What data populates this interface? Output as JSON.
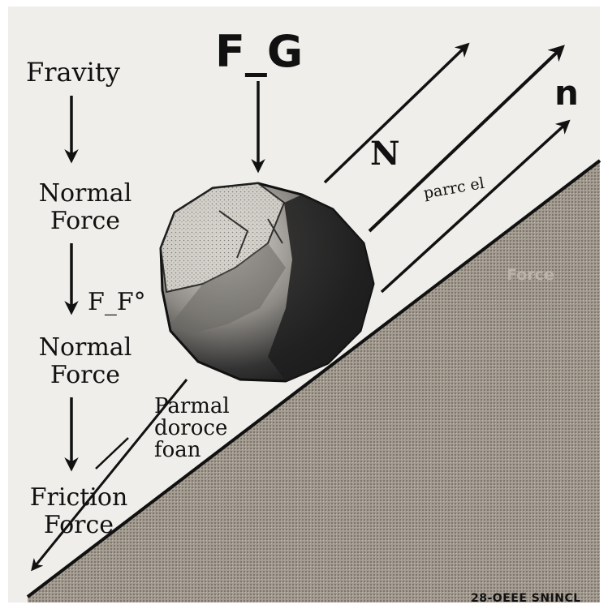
{
  "labels": {
    "gravity": "Fravity",
    "normal_force_1": "Normal Force",
    "ff": "F_F°",
    "normal_force_2": "Normal Force",
    "friction_force": "Friction Force",
    "fg": "F_G",
    "N": "N",
    "n": "n",
    "parallel": "parrc el",
    "force_faint": "Force",
    "parmal": [
      "Parmal",
      "doroce",
      "foan"
    ],
    "caption": "28-OEEE SNINCL"
  },
  "colors": {
    "background": "#efeeea",
    "ink": "#111111",
    "slope": "#9c948a",
    "rock_light": "#cfccc6",
    "rock_dark": "#1c1c1c"
  },
  "icons": {
    "rock": "rock-icon",
    "arrow": "arrow-icon"
  }
}
